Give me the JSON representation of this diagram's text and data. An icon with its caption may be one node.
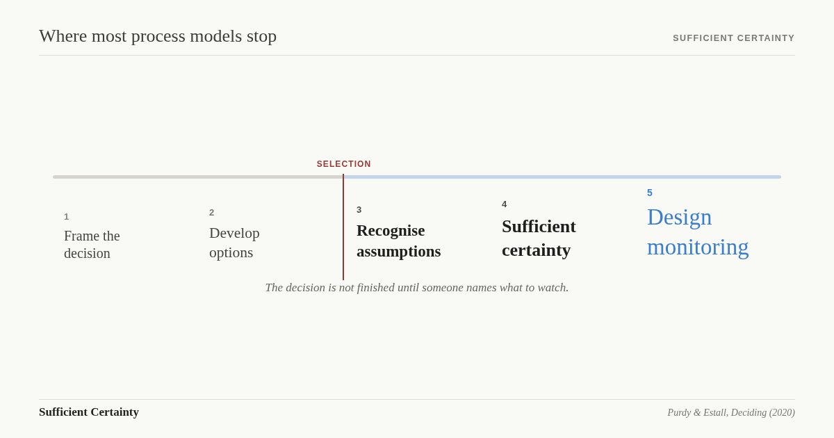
{
  "diagram": {
    "title": "Where most process models stop",
    "nodes": [
      {
        "text": [
          "1",
          "Frame the decision"
        ]
      },
      {
        "text": [
          "2",
          "Develop options"
        ]
      },
      {
        "text": [
          "3",
          "Recognise assumptions"
        ]
      },
      {
        "text": [
          "4",
          "Sufficient certainty"
        ]
      },
      {
        "text": [
          "5",
          "Design monitoring"
        ]
      }
    ],
    "labels": [
      "SUFFICIENT CERTAINTY",
      "SELECTION",
      "The decision is not finished until someone names what to watch.",
      "Sufficient Certainty",
      "Purdy & Estall, Deciding (2020)"
    ]
  }
}
